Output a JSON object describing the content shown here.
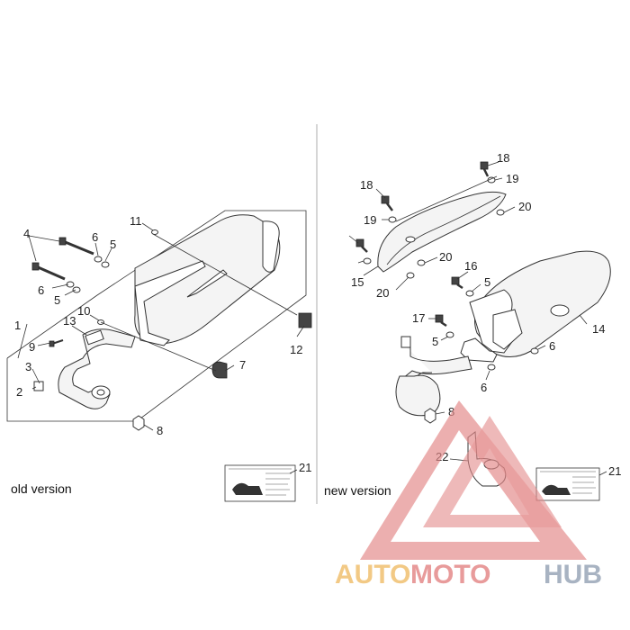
{
  "labels": {
    "old_version": "old version",
    "new_version": "new version"
  },
  "old_callouts": [
    "1",
    "2",
    "3",
    "4",
    "5",
    "5",
    "6",
    "6",
    "7",
    "8",
    "9",
    "10",
    "11",
    "12",
    "13",
    "21"
  ],
  "new_callouts": [
    "14",
    "15",
    "16",
    "17",
    "18",
    "18",
    "19",
    "19",
    "20",
    "20",
    "20",
    "5",
    "5",
    "6",
    "6",
    "8",
    "21",
    "22"
  ],
  "watermark": {
    "part1": "AUTO",
    "part2": "MOTO",
    "part3": "HUB",
    "color_auto": "#f0c070",
    "color_moto": "#e48a8a",
    "color_hub": "#9aa6b8"
  }
}
